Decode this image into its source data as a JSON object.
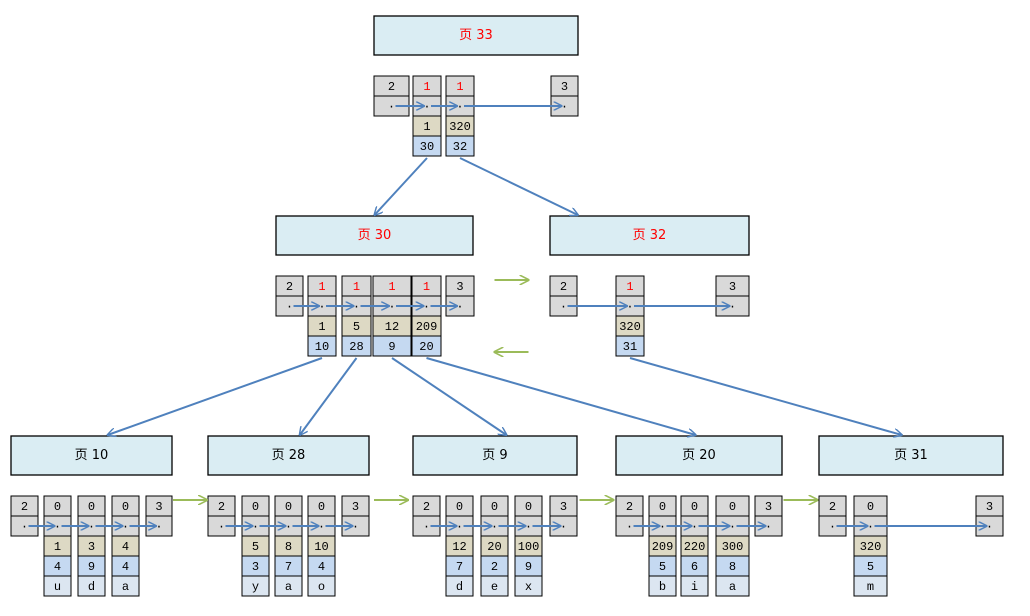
{
  "colors": {
    "page_fill": "#daedf3",
    "header_fill": "#d9d9d9",
    "key_fill": "#ddd9c4",
    "child_fill": "#c5d9f1",
    "value_fill": "#dce6f1",
    "red_text": "#ff0000",
    "pointer_arrow": "#4f81bd",
    "sibling_arrow": "#9bbb59"
  },
  "pages": [
    {
      "id": "p33",
      "label": "页 33",
      "red": true,
      "records": [
        {
          "type": "2",
          "ptr": "·"
        },
        {
          "type": "1",
          "ptr": "·",
          "key": "1",
          "child": "30"
        },
        {
          "type": "1",
          "ptr": "·",
          "key": "320",
          "child": "32"
        },
        {
          "type": "3",
          "ptr": "·"
        }
      ]
    },
    {
      "id": "p30",
      "label": "页 30",
      "red": true,
      "records": [
        {
          "type": "2",
          "ptr": "·"
        },
        {
          "type": "1",
          "ptr": "·",
          "key": "1",
          "child": "10"
        },
        {
          "type": "1",
          "ptr": "·",
          "key": "5",
          "child": "28"
        },
        {
          "type": "1",
          "ptr": "·",
          "key": "12",
          "child": "9"
        },
        {
          "type": "1",
          "ptr": "·",
          "key": "209",
          "child": "20"
        },
        {
          "type": "3",
          "ptr": "·"
        }
      ]
    },
    {
      "id": "p32",
      "label": "页 32",
      "red": true,
      "records": [
        {
          "type": "2",
          "ptr": "·"
        },
        {
          "type": "1",
          "ptr": "·",
          "key": "320",
          "child": "31"
        },
        {
          "type": "3",
          "ptr": "·"
        }
      ]
    },
    {
      "id": "p10",
      "label": "页 10",
      "red": false,
      "records": [
        {
          "type": "2",
          "ptr": "·"
        },
        {
          "type": "0",
          "ptr": "·",
          "key": "1",
          "col2": "4",
          "col3": "u"
        },
        {
          "type": "0",
          "ptr": "·",
          "key": "3",
          "col2": "9",
          "col3": "d"
        },
        {
          "type": "0",
          "ptr": "·",
          "key": "4",
          "col2": "4",
          "col3": "a"
        },
        {
          "type": "3",
          "ptr": "·"
        }
      ]
    },
    {
      "id": "p28",
      "label": "页 28",
      "red": false,
      "records": [
        {
          "type": "2",
          "ptr": "·"
        },
        {
          "type": "0",
          "ptr": "·",
          "key": "5",
          "col2": "3",
          "col3": "y"
        },
        {
          "type": "0",
          "ptr": "·",
          "key": "8",
          "col2": "7",
          "col3": "a"
        },
        {
          "type": "0",
          "ptr": "·",
          "key": "10",
          "col2": "4",
          "col3": "o"
        },
        {
          "type": "3",
          "ptr": "·"
        }
      ]
    },
    {
      "id": "p9",
      "label": "页 9",
      "red": false,
      "records": [
        {
          "type": "2",
          "ptr": "·"
        },
        {
          "type": "0",
          "ptr": "·",
          "key": "12",
          "col2": "7",
          "col3": "d"
        },
        {
          "type": "0",
          "ptr": "·",
          "key": "20",
          "col2": "2",
          "col3": "e"
        },
        {
          "type": "0",
          "ptr": "·",
          "key": "100",
          "col2": "9",
          "col3": "x"
        },
        {
          "type": "3",
          "ptr": "·"
        }
      ]
    },
    {
      "id": "p20",
      "label": "页 20",
      "red": false,
      "records": [
        {
          "type": "2",
          "ptr": "·"
        },
        {
          "type": "0",
          "ptr": "·",
          "key": "209",
          "col2": "5",
          "col3": "b"
        },
        {
          "type": "0",
          "ptr": "·",
          "key": "220",
          "col2": "6",
          "col3": "i"
        },
        {
          "type": "0",
          "ptr": "·",
          "key": "300",
          "col2": "8",
          "col3": "a"
        },
        {
          "type": "3",
          "ptr": "·"
        }
      ]
    },
    {
      "id": "p31",
      "label": "页 31",
      "red": false,
      "records": [
        {
          "type": "2",
          "ptr": "·"
        },
        {
          "type": "0",
          "ptr": "·",
          "key": "320",
          "col2": "5",
          "col3": "m"
        },
        {
          "type": "3",
          "ptr": "·"
        }
      ]
    }
  ],
  "child_links": [
    {
      "from": "p33",
      "record": 1,
      "to": "p30"
    },
    {
      "from": "p33",
      "record": 2,
      "to": "p32"
    },
    {
      "from": "p30",
      "record": 1,
      "to": "p10"
    },
    {
      "from": "p30",
      "record": 2,
      "to": "p28"
    },
    {
      "from": "p30",
      "record": 3,
      "to": "p9"
    },
    {
      "from": "p30",
      "record": 4,
      "to": "p20"
    },
    {
      "from": "p32",
      "record": 1,
      "to": "p31"
    }
  ],
  "sibling_links": [
    {
      "from": "p30",
      "to": "p32"
    },
    {
      "from": "p10",
      "to": "p28"
    },
    {
      "from": "p28",
      "to": "p9"
    },
    {
      "from": "p9",
      "to": "p20"
    },
    {
      "from": "p20",
      "to": "p31"
    }
  ]
}
